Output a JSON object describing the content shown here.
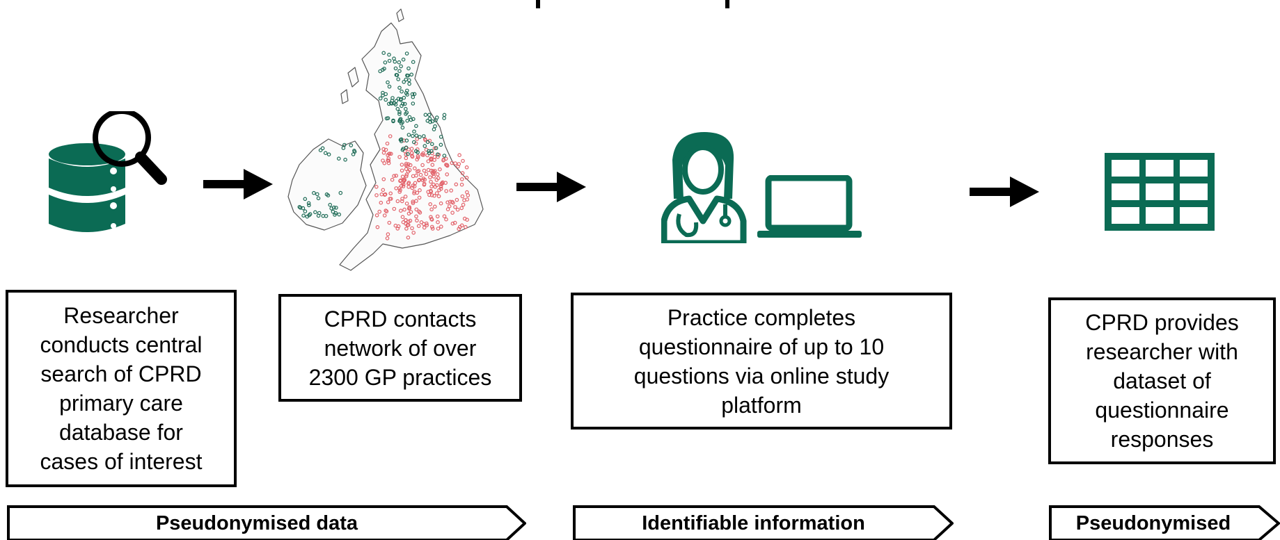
{
  "colors": {
    "accent": "#0b6b54",
    "map_point_red": "#e2626a",
    "map_point_green": "#1e6b56",
    "stroke": "#000000"
  },
  "icons": {
    "step1": "database-search-icon",
    "step2": "map-icon",
    "step3": [
      "doctor-icon",
      "laptop-icon"
    ],
    "step4": "table-grid-icon",
    "arrows": "right-arrow-icon",
    "bands": "chevron-band"
  },
  "steps": [
    {
      "lines": [
        "Researcher",
        "conducts central",
        "search of CPRD",
        "primary care",
        "database for",
        "cases of interest"
      ]
    },
    {
      "lines": [
        "CPRD contacts",
        "network of over",
        "2300 GP practices"
      ]
    },
    {
      "lines": [
        "Practice completes",
        "questionnaire of up to 10",
        "questions via online study",
        "platform"
      ]
    },
    {
      "lines": [
        "CPRD provides",
        "researcher with",
        "dataset of",
        "questionnaire",
        "responses"
      ]
    }
  ],
  "bands": [
    {
      "label": "Pseudonymised data"
    },
    {
      "label": "Identifiable information"
    },
    {
      "label": "Pseudonymised"
    }
  ]
}
